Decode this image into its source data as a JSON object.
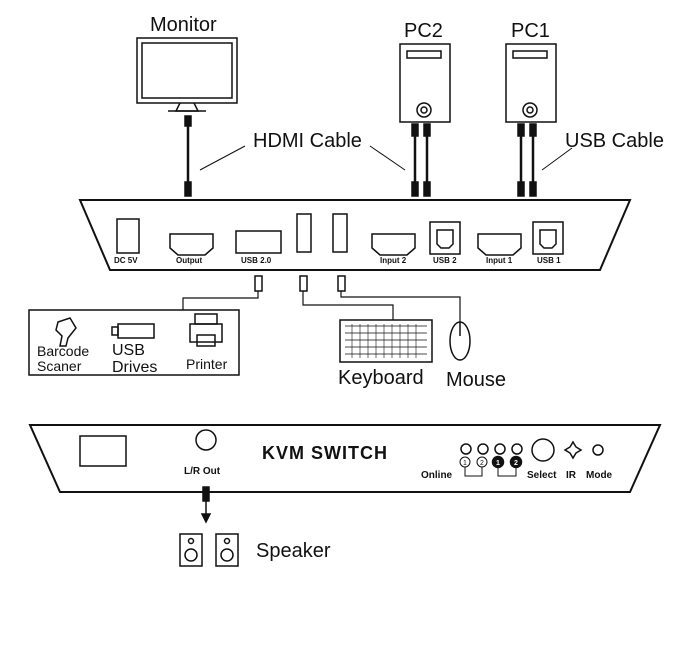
{
  "devices": {
    "monitor": "Monitor",
    "pc2": "PC2",
    "pc1": "PC1",
    "keyboard": "Keyboard",
    "mouse": "Mouse",
    "speaker": "Speaker",
    "barcode_scanner": "Barcode\nScaner",
    "usb_drives": "USB\nDrives",
    "printer": "Printer"
  },
  "cables": {
    "hdmi": "HDMI Cable",
    "usb": "USB Cable"
  },
  "rear_panel": {
    "ports": [
      "DC 5V",
      "Output",
      "USB 2.0",
      "Input 2",
      "USB 2",
      "Input 1",
      "USB 1"
    ]
  },
  "front_panel": {
    "title": "KVM SWITCH",
    "lr_out": "L/R Out",
    "online": "Online",
    "select": "Select",
    "ir": "IR",
    "mode": "Mode",
    "online_numbers": [
      "1",
      "2"
    ],
    "select_numbers": [
      "1",
      "2"
    ]
  }
}
